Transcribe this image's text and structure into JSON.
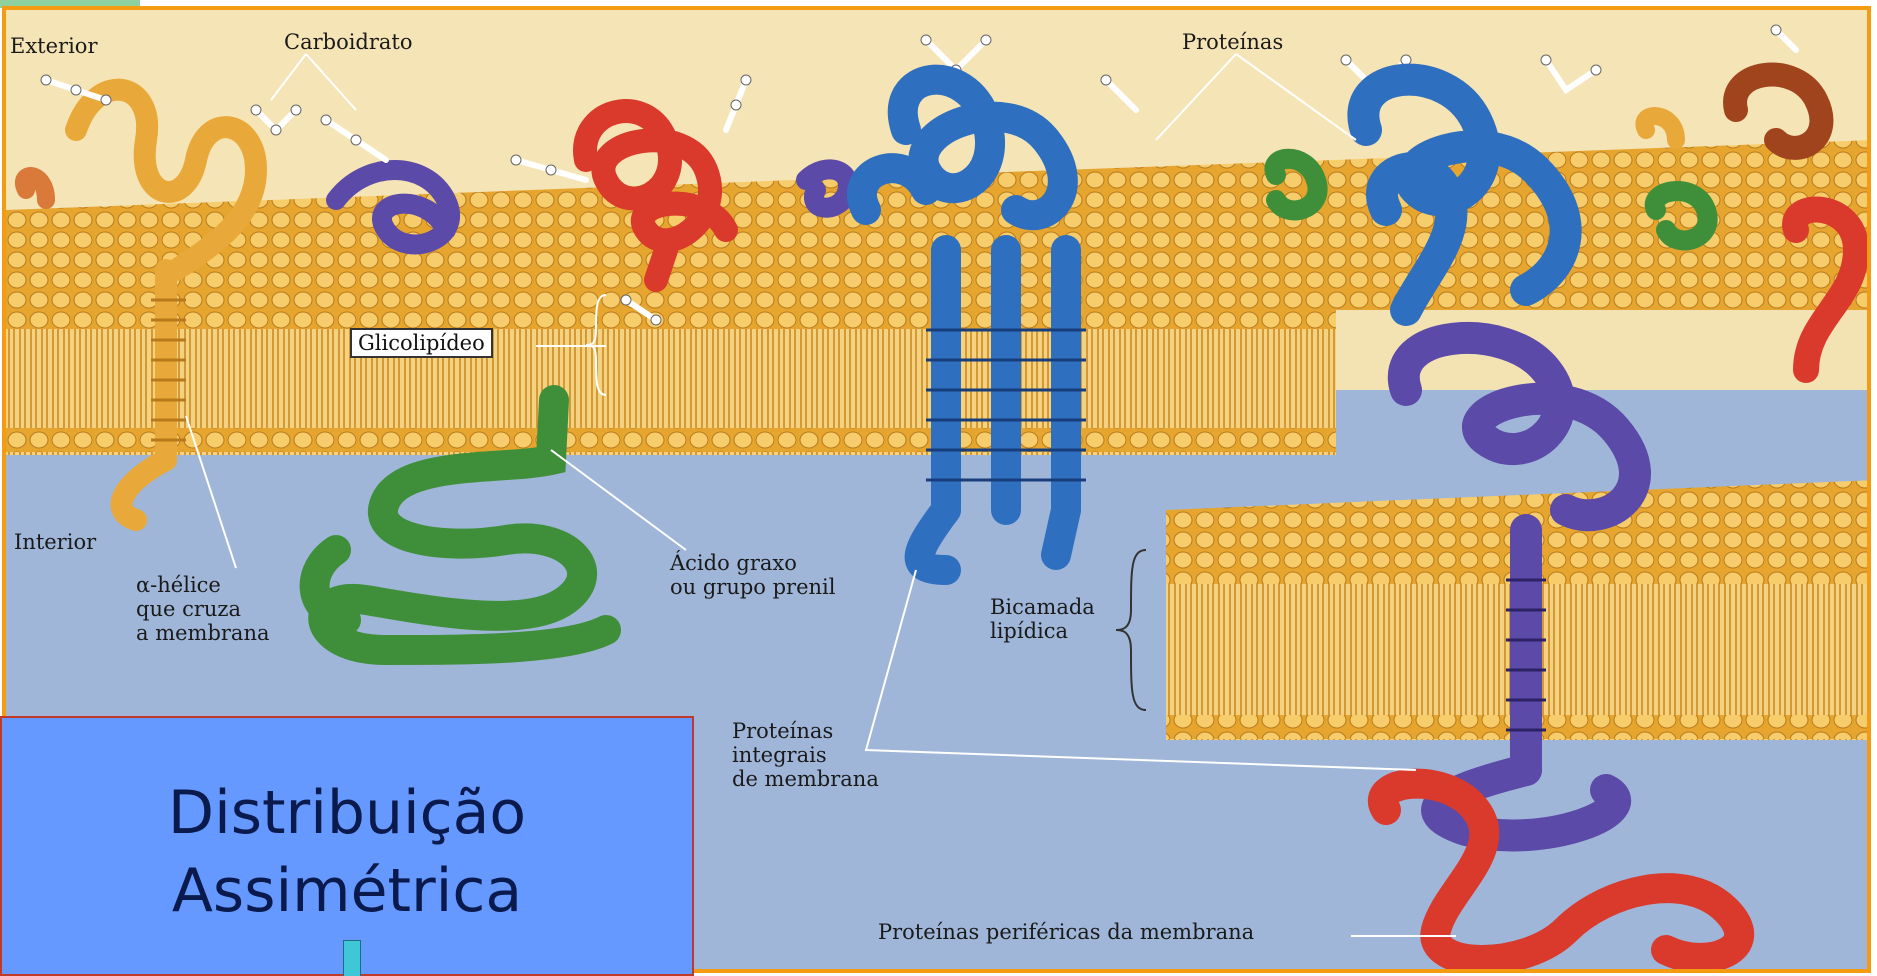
{
  "labels": {
    "exterior": "Exterior",
    "carboidrato": "Carboidrato",
    "proteinas": "Proteínas",
    "glicolipideo": "Glicolipídeo",
    "interior": "Interior",
    "alfa_helice_1": "α-hélice",
    "alfa_helice_2": "que cruza",
    "alfa_helice_3": "a membrana",
    "acido_1": "Ácido graxo",
    "acido_2": "ou grupo prenil",
    "bicamada_1": "Bicamada",
    "bicamada_2": "lipídica",
    "integrais_1": "Proteínas",
    "integrais_2": "integrais",
    "integrais_3": "de membrana",
    "perifericas": "Proteínas periféricas da membrana"
  },
  "title": {
    "line1": "Distribuição",
    "line2": "Assimétrica"
  },
  "colors": {
    "frame": "#f39c12",
    "title_box": "#6699ff",
    "title_text": "#0b1a4d",
    "membrane": "#f0b43c",
    "interior": "#9fb6d8",
    "protein_blue": "#2f6fc0",
    "protein_purple": "#5b4aa8",
    "protein_red": "#d93a2b",
    "protein_green": "#3f8f3a",
    "protein_yellow": "#e8a93a"
  }
}
